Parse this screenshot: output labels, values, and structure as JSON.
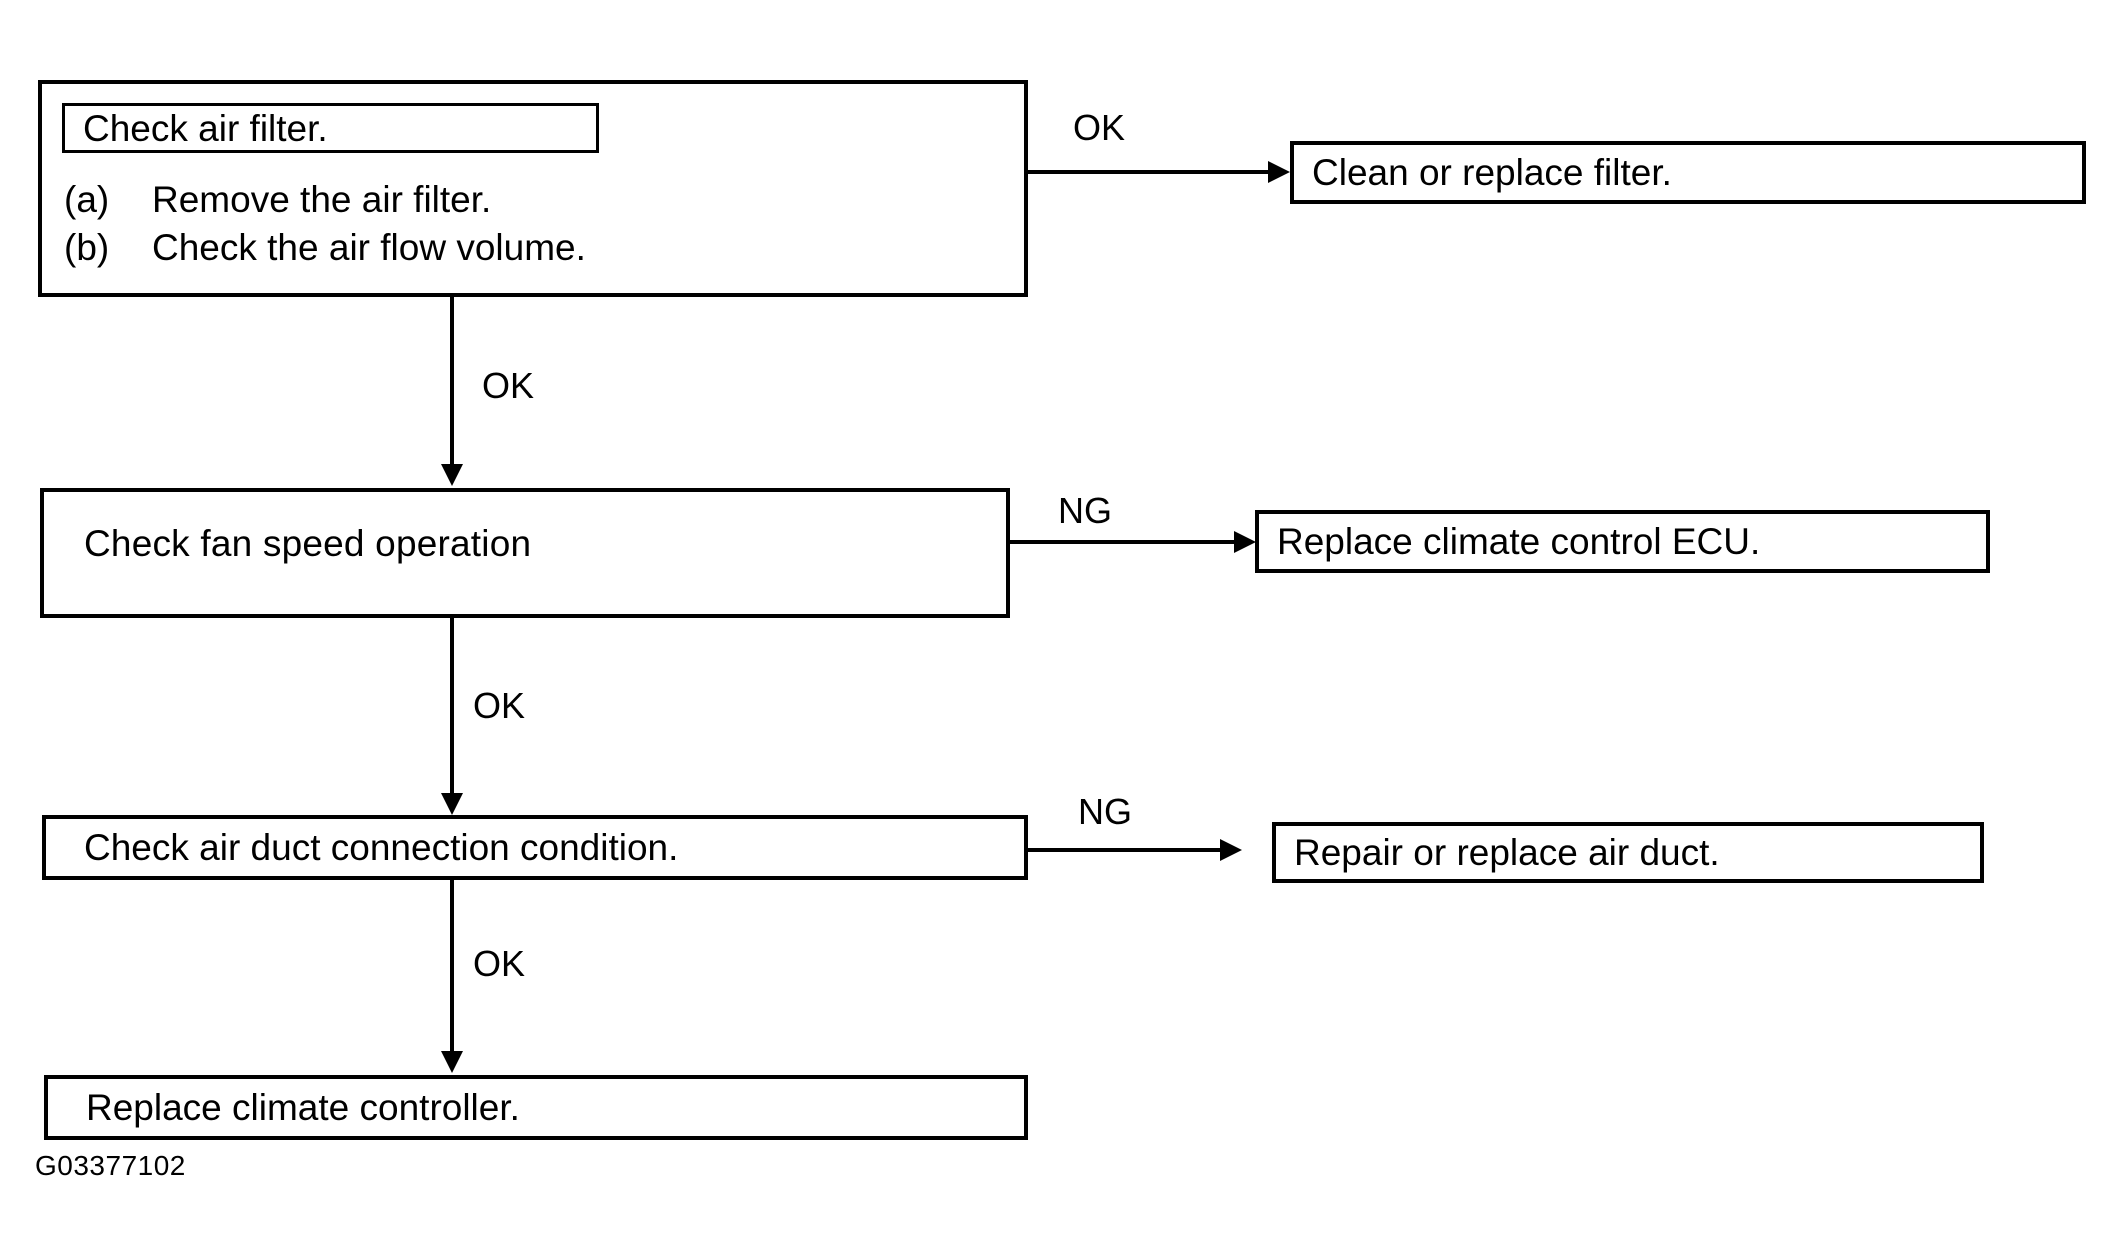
{
  "figure": {
    "code": "G03377102",
    "type": "troubleshooting-flowchart"
  },
  "nodes": {
    "step1": {
      "title": "Check air filter.",
      "items": [
        {
          "marker": "(a)",
          "text": "Remove the air filter."
        },
        {
          "marker": "(b)",
          "text": "Check the air flow volume."
        }
      ]
    },
    "step1_result": {
      "label": "Clean or replace filter."
    },
    "step2": {
      "label": "Check fan speed operation"
    },
    "step2_result": {
      "label": "Replace climate control ECU."
    },
    "step3": {
      "label": "Check air duct connection condition."
    },
    "step3_result": {
      "label": "Repair or replace air duct."
    },
    "step4": {
      "label": "Replace climate controller."
    }
  },
  "edges": {
    "step1_to_result": "OK",
    "step1_to_step2": "OK",
    "step2_to_result": "NG",
    "step2_to_step3": "OK",
    "step3_to_result": "NG",
    "step3_to_step4": "OK"
  }
}
